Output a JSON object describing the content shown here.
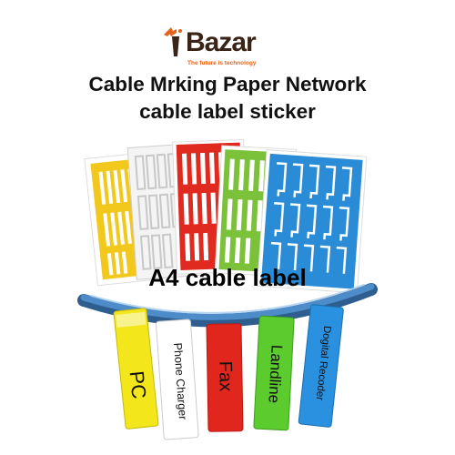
{
  "brand": {
    "name": "Bazar",
    "tagline": "The future is technology",
    "colors": {
      "name": "#3a2417",
      "tagline": "#e5641b",
      "mark": "#e5641b"
    }
  },
  "title": {
    "line1": "Cable Mrking Paper Network",
    "line2": "cable label sticker"
  },
  "product": {
    "caption": "A4 cable label",
    "sheet_colors": [
      "#f2c81d",
      "#eeeeee",
      "#e02a1f",
      "#7bc23a",
      "#2a8bd6"
    ],
    "cable_color": "#3b78b4",
    "tags": [
      {
        "text": "PC",
        "color": "#f3e61b"
      },
      {
        "text": "Phone Charger",
        "color": "#ffffff"
      },
      {
        "text": "Fax",
        "color": "#e0261d"
      },
      {
        "text": "Landline",
        "color": "#5ccb2e"
      },
      {
        "text": "Dogital Recoder",
        "color": "#2a90e0"
      }
    ]
  }
}
